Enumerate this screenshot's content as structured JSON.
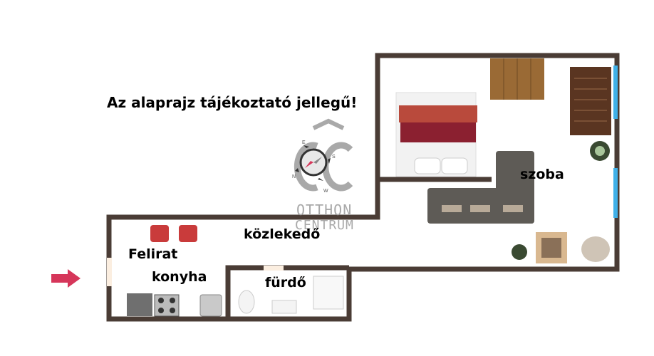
{
  "notice": "Az alaprajz tájékoztató jellegű!",
  "rooms": {
    "szoba": "szoba",
    "kozlekedo": "közlekedő",
    "felirat": "Felirat",
    "konyha": "konyha",
    "furdo": "fürdő"
  },
  "compass": {
    "n": "N",
    "e": "E",
    "s": "S",
    "w": "W"
  },
  "logo": {
    "mark": "OC",
    "line1": "OTTHON",
    "line2": "CENTRUM"
  },
  "colors": {
    "wall": "#4a3c35",
    "window": "#3fb0e8",
    "entrance_arrow": "#d6365a",
    "logo": "#a9a9a9"
  }
}
